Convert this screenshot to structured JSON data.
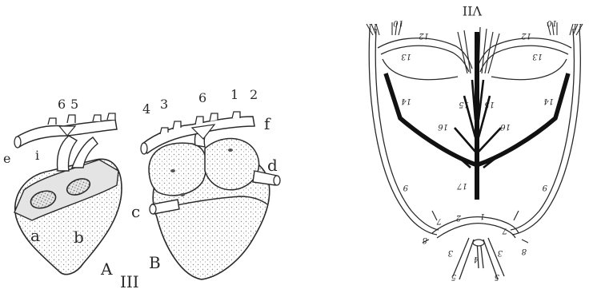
{
  "figure": {
    "colors": {
      "ink": "#2a2a2a",
      "paper": "#ffffff",
      "shade": "#cfcfcf"
    },
    "plate_left": {
      "panel_number": "III",
      "view_a": {
        "panel_letter": "A",
        "labels": {
          "a": "a",
          "b": "b",
          "e": "e",
          "i": "i",
          "n6": "6",
          "n5": "5"
        }
      },
      "view_b": {
        "panel_letter": "B",
        "labels": {
          "c": "c",
          "d": "d",
          "f": "f",
          "n4": "4",
          "n3": "3",
          "n6": "6",
          "n1": "1",
          "n2": "2"
        }
      }
    },
    "plate_right": {
      "panel_number": "VII",
      "numbers": {
        "n11a": "11",
        "n10a": "10",
        "n12a": "12",
        "n13a": "13",
        "n14a": "14",
        "n11b": "11",
        "n10b": "10",
        "n12b": "12",
        "n13b": "13",
        "n14b": "14",
        "n15a": "15",
        "n15b": "15",
        "n16a": "16",
        "n16b": "16",
        "n17": "17",
        "n9a": "9",
        "n9b": "9",
        "n8a": "8",
        "n8b": "8",
        "n7a": "7",
        "n7b": "7",
        "n2": "2",
        "n1": "1",
        "n3a": "3",
        "n3b": "3",
        "n4": "4",
        "n5a": "5",
        "n5b": "5"
      }
    }
  }
}
